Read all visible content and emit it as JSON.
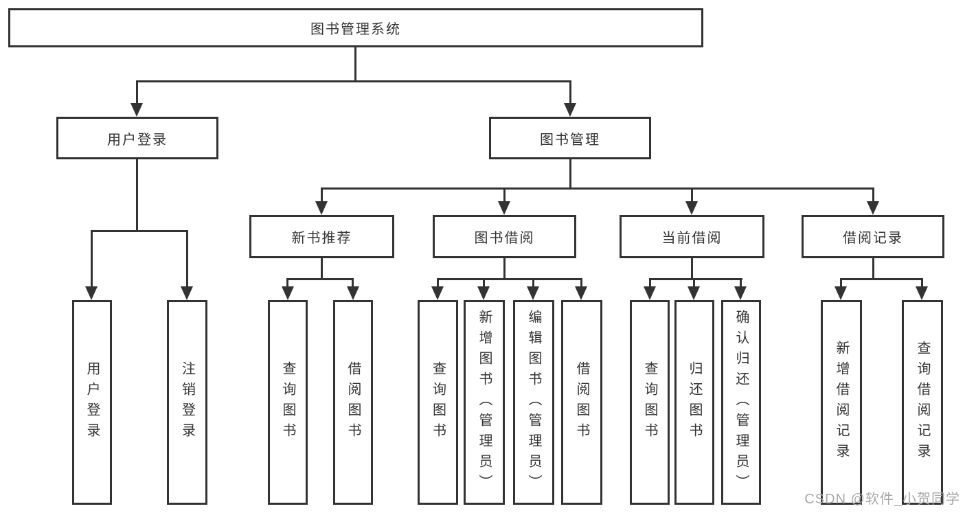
{
  "watermark": "CSDN @软件_小贺同学",
  "colors": {
    "line": "#333333",
    "text": "#333333",
    "node_bg": "#ffffff",
    "watermark": "#a8a8a8"
  },
  "tree": {
    "label": "图书管理系统",
    "children": [
      {
        "label": "用户登录",
        "children": [
          {
            "label": "用户登录"
          },
          {
            "label": "注销登录"
          }
        ]
      },
      {
        "label": "图书管理",
        "children": [
          {
            "label": "新书推荐",
            "children": [
              {
                "label": "查询图书"
              },
              {
                "label": "借阅图书"
              }
            ]
          },
          {
            "label": "图书借阅",
            "children": [
              {
                "label": "查询图书"
              },
              {
                "label": "新增图书（管理员）"
              },
              {
                "label": "编辑图书（管理员）"
              },
              {
                "label": "借阅图书"
              }
            ]
          },
          {
            "label": "当前借阅",
            "children": [
              {
                "label": "查询图书"
              },
              {
                "label": "归还图书"
              },
              {
                "label": "确认归还（管理员）"
              }
            ]
          },
          {
            "label": "借阅记录",
            "children": [
              {
                "label": "新增借阅记录"
              },
              {
                "label": "查询借阅记录"
              }
            ]
          }
        ]
      }
    ]
  }
}
